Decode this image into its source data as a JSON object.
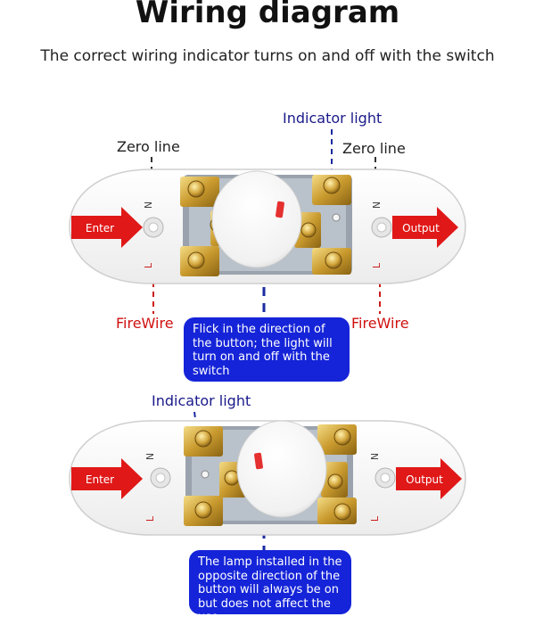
{
  "title": "Wiring diagram",
  "subtitle": "The correct wiring indicator turns on and off with the switch",
  "top": {
    "indicator_label": "Indicator light",
    "zero_left": "Zero line",
    "zero_right": "Zero line",
    "enter": "Enter",
    "output": "Output",
    "fire_left": "FireWire",
    "fire_right": "FireWire",
    "n_mark": "N",
    "l_mark": "L",
    "callout": "Flick in the direction of the button; the light will turn on and off with the switch"
  },
  "bottom": {
    "indicator_label": "Indicator light",
    "enter": "Enter",
    "output": "Output",
    "n_mark": "N",
    "l_mark": "L",
    "callout": "The lamp installed in the opposite direction of the button will always be on but does not affect the use"
  },
  "colors": {
    "arrow_red": "#e01818",
    "callout_blue": "#1524d8",
    "indicator_red": "#e53030",
    "dash_red": "#cc1a1a",
    "dash_dark": "#333333",
    "dash_blue": "#1a2aa0"
  }
}
